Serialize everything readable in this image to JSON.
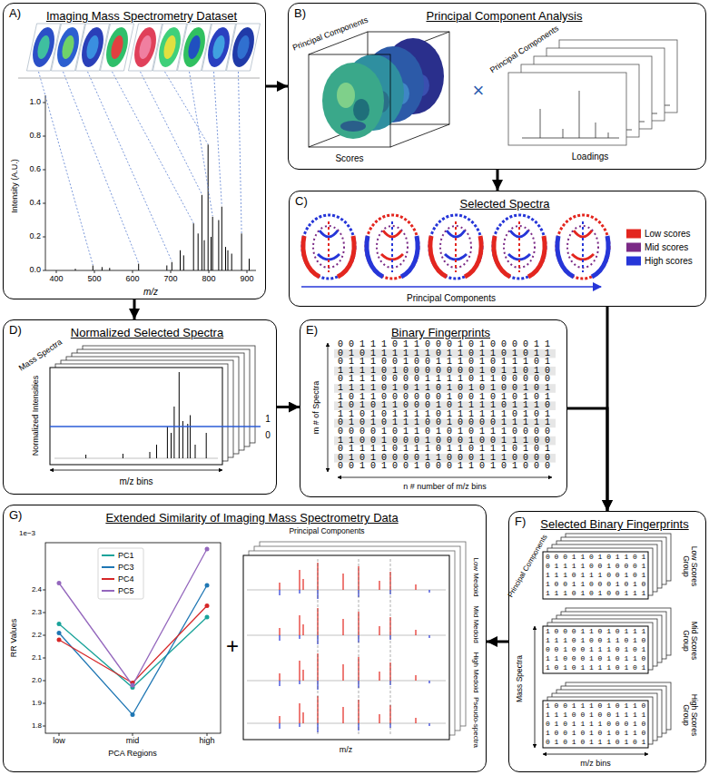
{
  "diagram": {
    "nodes": [
      {
        "text": [
          "A)",
          "Imaging Mass Spectrometry Dataset"
        ]
      },
      {
        "text": [
          "B)",
          "Principal Component Analysis"
        ]
      },
      {
        "text": [
          "C)",
          "Selected Spectra"
        ]
      },
      {
        "text": [
          "D)",
          "Normalized Selected Spectra"
        ]
      },
      {
        "text": [
          "E)",
          "Binary Fingerprints"
        ]
      },
      {
        "text": [
          "F)",
          "Selected Binary Fingerprints"
        ]
      },
      {
        "text": [
          "G)",
          "Extended Similarity of Imaging Mass Spectrometry Data"
        ]
      }
    ],
    "edges": [
      {
        "from": 0,
        "to": 1,
        "arrow": "to"
      },
      {
        "from": 0,
        "to": 3,
        "arrow": "to"
      },
      {
        "from": 1,
        "to": 2,
        "arrow": "to"
      },
      {
        "from": 3,
        "to": 4,
        "arrow": "to"
      },
      {
        "from": 2,
        "to": 5,
        "arrow": "to"
      },
      {
        "from": 4,
        "to": 5,
        "arrow": "to"
      },
      {
        "from": 5,
        "to": 6,
        "arrow": "to"
      }
    ],
    "labels": [
      "1.0",
      "0.8",
      "0.6",
      "0.4",
      "0.2",
      "0.0",
      "400",
      "500",
      "600",
      "700",
      "800",
      "900",
      "m/z",
      "Intensity (A.U.)",
      "Principal Components",
      "Scores",
      "×",
      "Principal Components",
      "Loadings",
      "Principal Components",
      "Mass Spectra",
      "Normalized Intensities",
      "m/z bins",
      "1",
      "0",
      "m # of Spectra",
      "n # number of m/z bins",
      "0 0 1 1 1 0 1 1 0 0 0 1 0 1 0 0 0 0 1 1",
      "0 1 0 1 1 1 1 1 1 0 1 1 0 1 1 0 1 0 1 1",
      "0 1 1 1 0 0 1 0 0 1 1 1 0 1 0 1 1 1 0 1",
      "1 1 1 1 0 1 0 0 0 0 0 0 0 1 0 1 1 0 1 0",
      "0 1 1 1 0 0 0 0 1 1 1 1 0 1 1 0 0 0 0 0",
      "1 1 1 1 0 1 0 1 1 0 1 0 1 0 1 0 0 1 0 1",
      "1 0 1 1 0 0 0 0 0 0 1 0 0 1 0 1 0 1 0 1",
      "1 0 1 0 1 1 0 0 0 1 0 1 1 1 1 0 1 1 1 0",
      "1 1 0 1 0 1 1 1 1 0 1 1 1 1 1 1 0 1 0 1",
      "0 1 0 1 0 1 1 1 0 0 1 0 0 0 0 1 1 1 1 1",
      "0 0 0 0 1 0 1 1 0 1 0 1 0 1 1 1 0 0 0 0",
      "1 1 0 0 1 0 0 0 1 0 0 0 1 0 0 1 1 1 0 0",
      "0 1 1 1 1 0 1 1 1 0 1 1 0 1 1 1 0 1 0 1",
      "0 1 0 1 0 0 0 0 1 1 0 0 0 1 1 1 0 0 0 0",
      "0 0 1 0 1 0 0 1 0 0 0 1 1 0 1 0 1 0 0 0",
      "Principal Components",
      "Low Scores Group",
      "Mid Scores Group",
      "High Scores Group",
      "Mass Spectra",
      "m/z bins",
      "0 0 0 1 1 0 1 0 1 1 0 1",
      "0 1 1 1 1 0 0 1 0 0 0 1",
      "1 1 1 0 1 1 1 0 0 1 0 1",
      "1 0 0 1 1 0 0 0 1 0 1 0",
      "1 1 1 0 1 0 1 0 0 1 1 1",
      "1 0 0 0 1 1 0 1 0 1 1 1",
      "1 1 1 0 1 0 0 1 1 0 1 0",
      "0 0 1 0 0 1 1 1 0 1 0 1",
      "1 1 0 0 0 1 0 1 0 1 1 0",
      "1 0 1 0 1 1 1 1 0 1 0 1",
      "1 0 0 1 1 1 0 1 0 1 1 0",
      "1 1 1 0 0 1 0 0 1 1 1 1",
      "0 1 0 1 1 1 1 0 0 0 1 0",
      "1 0 0 1 0 1 0 1 0 1 1 0",
      "0 1 0 1 0 1 1 1 0 1 0 1",
      "1e−3",
      "2.4",
      "2.3",
      "2.2",
      "2.1",
      "2.0",
      "1.9",
      "1.8",
      "low",
      "mid",
      "high",
      "PCA Regions",
      "RR Values",
      "+",
      "Principal Components",
      "Low Medoid",
      "Mid Medoid",
      "High Medoid",
      "Pseudo-spectra",
      "m/z"
    ],
    "legend": [
      {
        "text": "Low scores",
        "color": "#e3261f"
      },
      {
        "text": "Mid scores",
        "color": "#7b2a86"
      },
      {
        "text": "High scores",
        "color": "#2636d8"
      },
      {
        "text": "PC1",
        "color": "#1aa39a"
      },
      {
        "text": "PC3",
        "color": "#1f77b4"
      },
      {
        "text": "PC4",
        "color": "#d62728"
      },
      {
        "text": "PC5",
        "color": "#9467bd"
      }
    ]
  }
}
